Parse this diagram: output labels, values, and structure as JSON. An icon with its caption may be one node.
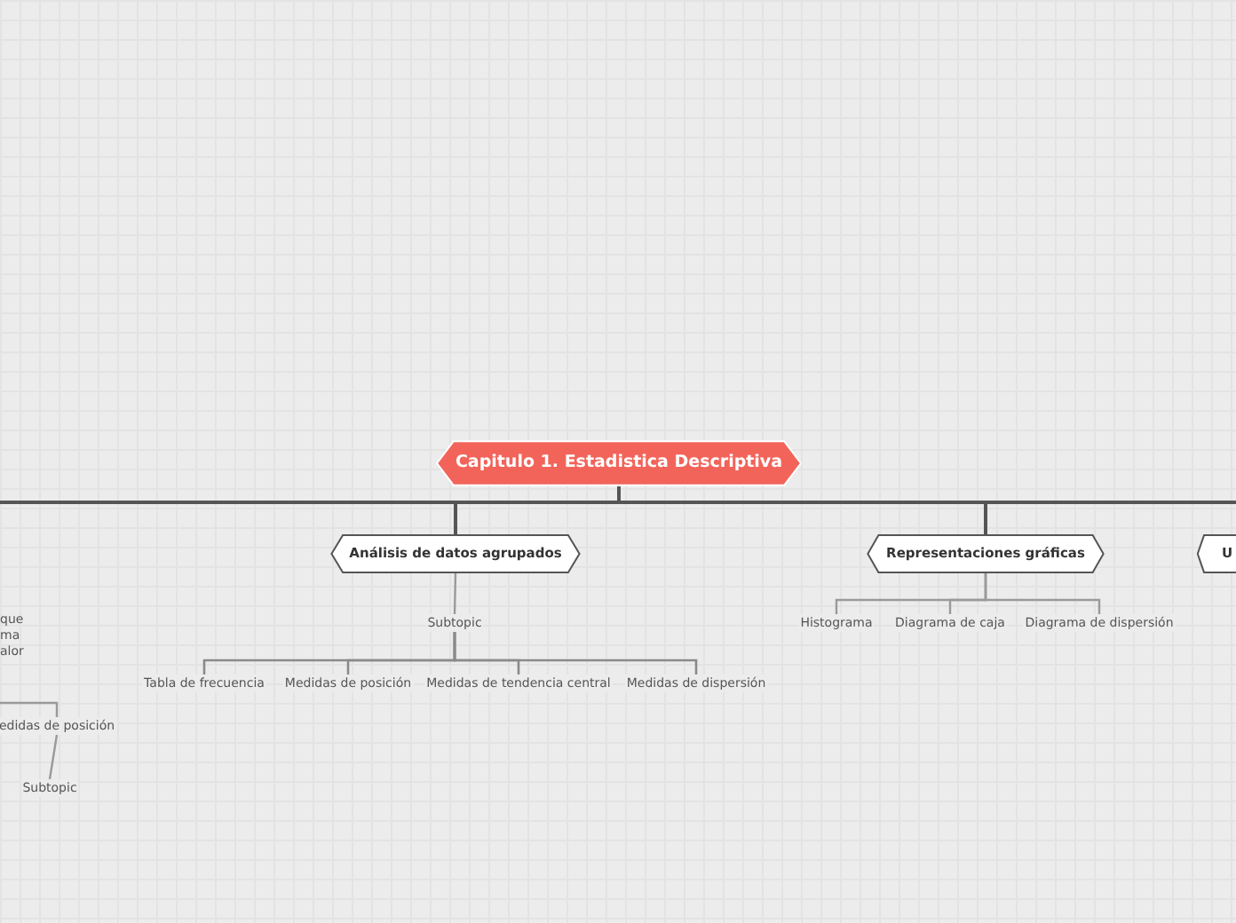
{
  "diagram": {
    "nodes": [
      {
        "text": [
          "Capitulo 1. Estadistica Descriptiva"
        ]
      },
      {
        "text": [
          "Análisis de datos agrupados"
        ]
      },
      {
        "text": [
          "Subtopic"
        ]
      },
      {
        "text": [
          "Tabla de frecuencia"
        ]
      },
      {
        "text": [
          "Medidas de posición"
        ]
      },
      {
        "text": [
          "Medidas de tendencia central"
        ]
      },
      {
        "text": [
          "Medidas de dispersión"
        ]
      },
      {
        "text": [
          "Representaciones gráficas"
        ]
      },
      {
        "text": [
          "Histograma"
        ]
      },
      {
        "text": [
          "Diagrama de caja"
        ]
      },
      {
        "text": [
          "Diagrama de dispersión"
        ]
      },
      {
        "text": [
          "U"
        ]
      },
      {
        "text": [
          "que ma alor"
        ]
      },
      {
        "text": [
          "edidas de posición"
        ]
      },
      {
        "text": [
          "Subtopic"
        ]
      }
    ],
    "edges": [
      {
        "from": 0,
        "to": 1,
        "arrow": "none"
      },
      {
        "from": 0,
        "to": 7,
        "arrow": "none"
      },
      {
        "from": 0,
        "to": 11,
        "arrow": "none"
      },
      {
        "from": 0,
        "to": null,
        "arrow": "none"
      },
      {
        "from": 1,
        "to": 2,
        "arrow": "none"
      },
      {
        "from": 2,
        "to": 3,
        "arrow": "none"
      },
      {
        "from": 2,
        "to": 4,
        "arrow": "none"
      },
      {
        "from": 2,
        "to": 5,
        "arrow": "none"
      },
      {
        "from": 2,
        "to": 6,
        "arrow": "none"
      },
      {
        "from": 7,
        "to": 8,
        "arrow": "none"
      },
      {
        "from": 7,
        "to": 9,
        "arrow": "none"
      },
      {
        "from": 7,
        "to": 10,
        "arrow": "none"
      },
      {
        "from": null,
        "to": 13,
        "arrow": "none"
      },
      {
        "from": 13,
        "to": 14,
        "arrow": "none"
      }
    ]
  }
}
